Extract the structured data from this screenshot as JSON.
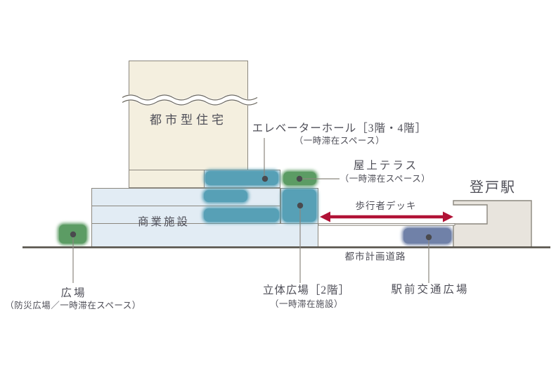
{
  "labels": {
    "residential": "都市型住宅",
    "elevator_hall": "エレベーターホール［3階・4階］",
    "elevator_hall_sub": "（一時滞在スペース）",
    "roof_terrace": "屋上テラス",
    "roof_terrace_sub": "（一時滞在スペース）",
    "pedestrian_deck": "歩行者デッキ",
    "station": "登戸駅",
    "commercial": "商業施設",
    "planned_road": "都市計画道路",
    "plaza": "広場",
    "plaza_sub": "（防災広場／一時滞在スペース）",
    "multilevel_plaza": "立体広場［2階］",
    "multilevel_plaza_sub": "（一時滞在施設）",
    "station_square": "駅前交通広場"
  },
  "colors": {
    "residential_fill": "#f4efdf",
    "commercial_fill": "#e2ecf4",
    "station_fill": "#e8e4dd",
    "highlight_teal": "#57a0b6",
    "highlight_green": "#5c9c64",
    "highlight_purple": "#7081a8",
    "arrow_red": "#b11236",
    "outline_gray": "#8b877e",
    "ground_line": "#57534b",
    "text": "#4f4f58"
  }
}
